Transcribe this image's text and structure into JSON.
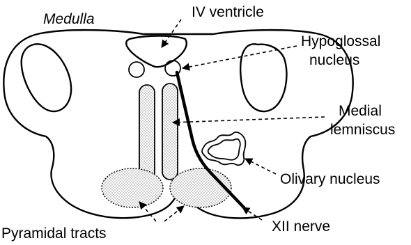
{
  "title": "Medulla",
  "labels": {
    "iv_ventricle": "IV ventricle",
    "hypoglossal_line1": "Hypoglossal",
    "hypoglossal_line2": "nucleus",
    "medial_line1": "Medial",
    "medial_line2": "lemniscus",
    "olivary": "Olivary nucleus",
    "xii_nerve": "XII nerve",
    "pyramidal": "Pyramidal tracts"
  },
  "colors": {
    "ink": "#000000",
    "background": "#ffffff",
    "stipple": "#9a9a9a"
  }
}
